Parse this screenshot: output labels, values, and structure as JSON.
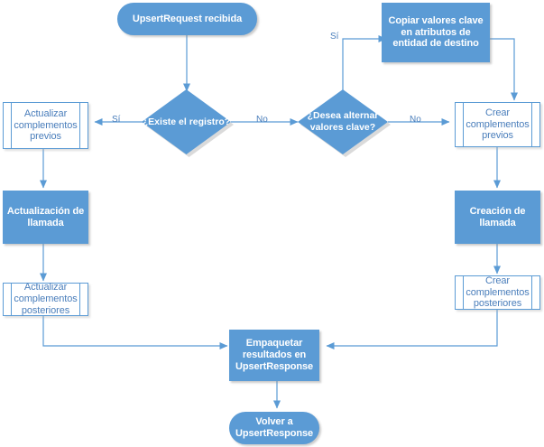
{
  "diagram": {
    "title": "Flujo de UpsertRequest",
    "colors": {
      "fill": "#5B9BD5",
      "stroke": "#5B9BD5",
      "line": "#5B9BD5",
      "text_on_fill": "#FFFFFF",
      "text_on_white": "#4A7EBB",
      "background": "#FFFFFF"
    },
    "nodes": {
      "start": {
        "label": "UpsertRequest recibida",
        "shape": "terminator"
      },
      "decision_exists": {
        "label": "¿Existe el registro?",
        "shape": "decision"
      },
      "decision_alternate": {
        "label": "¿Desea alternar valores clave?",
        "shape": "decision"
      },
      "copy_key_values": {
        "label": "Copiar valores clave en atributos de entidad de destino",
        "shape": "process"
      },
      "update_pre": {
        "label": "Actualizar complementos previos",
        "shape": "predefined-process"
      },
      "create_pre": {
        "label": "Crear complementos previos",
        "shape": "predefined-process"
      },
      "update_call": {
        "label": "Actualización de llamada",
        "shape": "process"
      },
      "create_call": {
        "label": "Creación de llamada",
        "shape": "process"
      },
      "update_post": {
        "label": "Actualizar complementos posteriores",
        "shape": "predefined-process"
      },
      "create_post": {
        "label": "Crear complementos posteriores",
        "shape": "predefined-process"
      },
      "package_results": {
        "label": "Empaquetar resultados en UpsertResponse",
        "shape": "process"
      },
      "end": {
        "label": "Volver a UpsertResponse",
        "shape": "terminator"
      }
    },
    "edge_labels": {
      "exists_yes": "Sí",
      "exists_no": "No",
      "alternate_yes": "Sí",
      "alternate_no": "No"
    }
  }
}
